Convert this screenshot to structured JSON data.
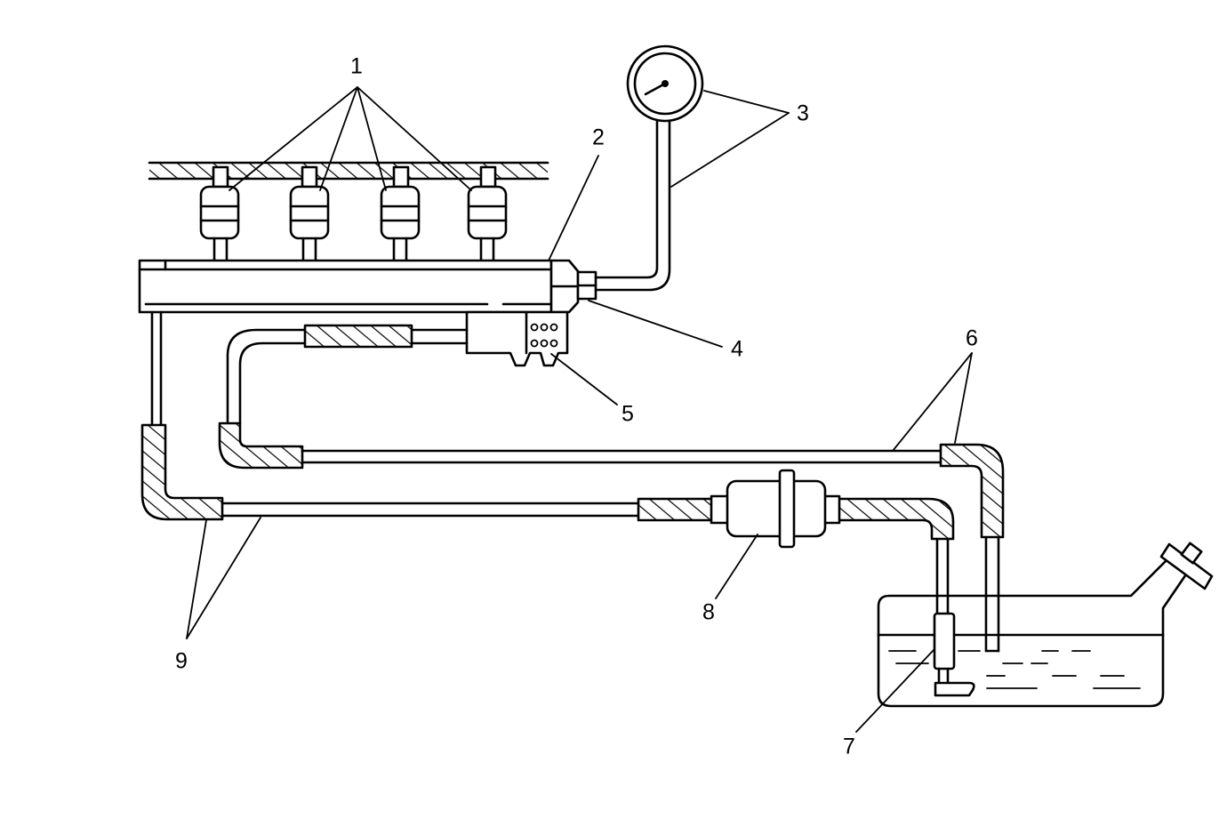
{
  "diagram": {
    "callouts": [
      {
        "id": "1",
        "label": "1"
      },
      {
        "id": "2",
        "label": "2"
      },
      {
        "id": "3",
        "label": "3"
      },
      {
        "id": "4",
        "label": "4"
      },
      {
        "id": "5",
        "label": "5"
      },
      {
        "id": "6",
        "label": "6"
      },
      {
        "id": "7",
        "label": "7"
      },
      {
        "id": "8",
        "label": "8"
      },
      {
        "id": "9",
        "label": "9"
      }
    ],
    "colors": {
      "line": "#000000",
      "background": "#ffffff"
    }
  }
}
